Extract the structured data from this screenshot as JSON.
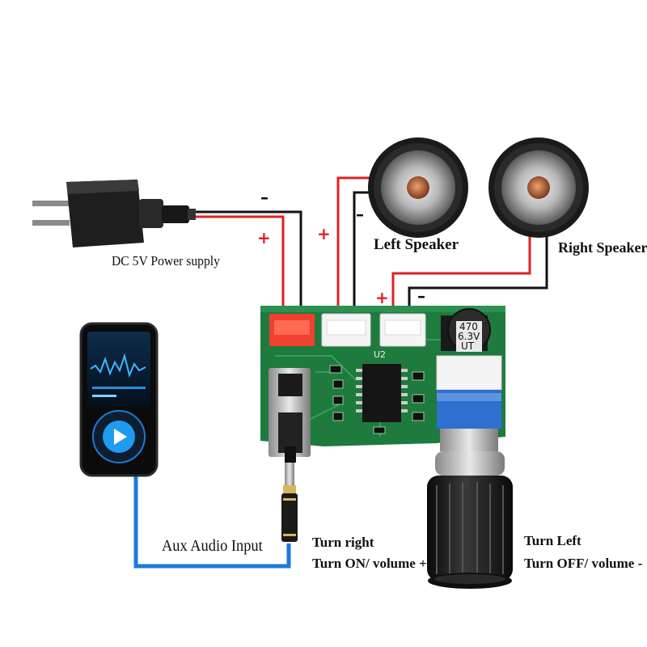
{
  "labels": {
    "power_supply": "DC 5V Power supply",
    "left_speaker": "Left Speaker",
    "right_speaker": "Right Speaker",
    "aux_input": "Aux Audio Input",
    "turn_right": "Turn right",
    "turn_on_volume_up": "Turn ON/ volume +",
    "turn_left": "Turn Left",
    "turn_off_volume_down": "Turn OFF/ volume -"
  },
  "polarity": {
    "plus": "+",
    "minus": "–"
  },
  "board": {
    "chip_label": "U2",
    "capacitor_value": "470",
    "capacitor_voltage": "6.3V",
    "capacitor_series": "UT"
  },
  "colors": {
    "positive_wire": "#e02020",
    "negative_wire": "#111111",
    "audio_wire": "#1e78dc",
    "pcb": "#1f7a3e",
    "connector_red": "#f04030",
    "connector_white": "#f4f4f4",
    "pot_blue": "#2f6fd0",
    "knob": "#1a1a1a"
  },
  "icons": {
    "power_adapter": "power-adapter-icon",
    "speaker": "speaker-icon",
    "media_player": "media-player-icon",
    "audio_jack": "audio-jack-icon",
    "volume_knob": "volume-knob-icon"
  }
}
